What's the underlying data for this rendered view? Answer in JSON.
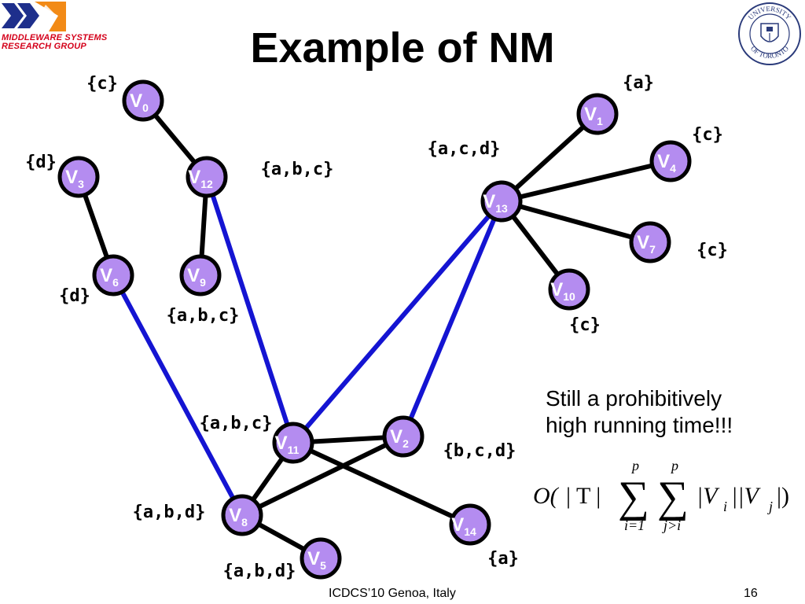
{
  "header": {
    "title": "Example of NM",
    "logo_line1": "MIDDLEWARE SYSTEMS",
    "logo_line2": "RESEARCH GROUP",
    "seal_top": "UNIVERSITY",
    "seal_bottom": "OF TORONTO"
  },
  "colors": {
    "node_fill": "#b48cf0",
    "node_stroke": "#000000",
    "edge_black": "#000000",
    "edge_blue": "#1414d2"
  },
  "graph": {
    "nodes": [
      {
        "id": "v0",
        "base": "V",
        "sub": "0"
      },
      {
        "id": "v1",
        "base": "V",
        "sub": "1"
      },
      {
        "id": "v2",
        "base": "V",
        "sub": "2"
      },
      {
        "id": "v3",
        "base": "V",
        "sub": "3"
      },
      {
        "id": "v4",
        "base": "V",
        "sub": "4"
      },
      {
        "id": "v5",
        "base": "V",
        "sub": "5"
      },
      {
        "id": "v6",
        "base": "V",
        "sub": "6"
      },
      {
        "id": "v7",
        "base": "V",
        "sub": "7"
      },
      {
        "id": "v8",
        "base": "V",
        "sub": "8"
      },
      {
        "id": "v9",
        "base": "V",
        "sub": "9"
      },
      {
        "id": "v10",
        "base": "V",
        "sub": "10"
      },
      {
        "id": "v11",
        "base": "V",
        "sub": "11"
      },
      {
        "id": "v12",
        "base": "V",
        "sub": "12"
      },
      {
        "id": "v13",
        "base": "V",
        "sub": "13"
      },
      {
        "id": "v14",
        "base": "V",
        "sub": "14"
      }
    ],
    "edges": [
      {
        "from": "v0",
        "to": "v12",
        "color": "black"
      },
      {
        "from": "v12",
        "to": "v9",
        "color": "black"
      },
      {
        "from": "v3",
        "to": "v6",
        "color": "black"
      },
      {
        "from": "v13",
        "to": "v1",
        "color": "black"
      },
      {
        "from": "v13",
        "to": "v4",
        "color": "black"
      },
      {
        "from": "v13",
        "to": "v7",
        "color": "black"
      },
      {
        "from": "v13",
        "to": "v10",
        "color": "black"
      },
      {
        "from": "v11",
        "to": "v2",
        "color": "black"
      },
      {
        "from": "v11",
        "to": "v14",
        "color": "black"
      },
      {
        "from": "v11",
        "to": "v8",
        "color": "black"
      },
      {
        "from": "v8",
        "to": "v2",
        "color": "black"
      },
      {
        "from": "v8",
        "to": "v5",
        "color": "black"
      },
      {
        "from": "v12",
        "to": "v11",
        "color": "blue"
      },
      {
        "from": "v6",
        "to": "v8",
        "color": "blue"
      },
      {
        "from": "v13",
        "to": "v11",
        "color": "blue"
      },
      {
        "from": "v13",
        "to": "v2",
        "color": "blue"
      }
    ],
    "set_labels": [
      {
        "node": "v0",
        "text": "{c}"
      },
      {
        "node": "v1",
        "text": "{a}"
      },
      {
        "node": "v13",
        "text": "{a,c,d}"
      },
      {
        "node": "v4",
        "text": "{c}"
      },
      {
        "node": "v3",
        "text": "{d}"
      },
      {
        "node": "v12",
        "text": "{a,b,c}"
      },
      {
        "node": "v7",
        "text": "{c}"
      },
      {
        "node": "v6",
        "text": "{d}"
      },
      {
        "node": "v10",
        "text": "{c}"
      },
      {
        "node": "v9",
        "text": "{a,b,c}"
      },
      {
        "node": "v11",
        "text": "{a,b,c}"
      },
      {
        "node": "v2",
        "text": "{b,c,d}"
      },
      {
        "node": "v8",
        "text": "{a,b,d}"
      },
      {
        "node": "v14",
        "text": "{a}"
      },
      {
        "node": "v5",
        "text": "{a,b,d}"
      }
    ]
  },
  "note": {
    "line1": "Still a prohibitively",
    "line2": "high running time!!!"
  },
  "formula": {
    "big_o": "O(",
    "t_part": "| T |",
    "sum1_upper": "p",
    "sum1_lower": "i=1",
    "sum2_upper": "p",
    "sum2_lower": "j>i",
    "vi_part": "|V",
    "vi_sub": "i",
    "vj_part": "||V",
    "vj_sub": "j",
    "close": "|)"
  },
  "footer": {
    "conference": "ICDCS’10 Genoa, Italy",
    "page_number": "16"
  }
}
